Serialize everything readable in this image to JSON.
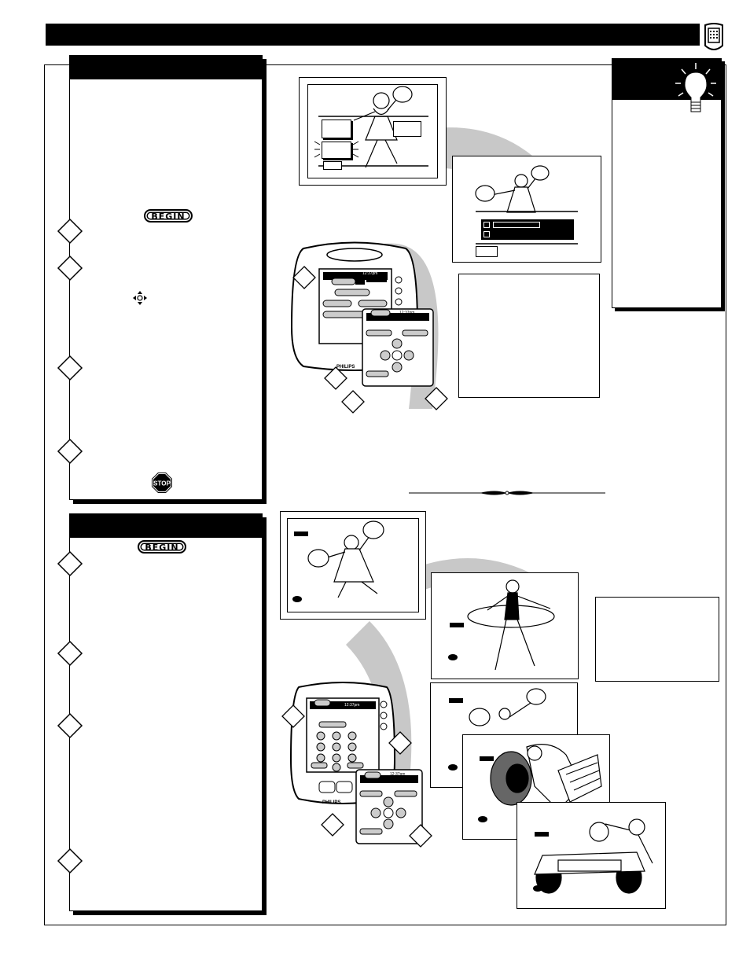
{
  "labels": {
    "begin": "BEGIN",
    "stop": "STOP",
    "remote_brand": "PHILIPS",
    "remote_clock": "12:37pm"
  },
  "icons": {
    "header_remote": "remote-control-icon",
    "tip": "light-bulb-icon",
    "navigate": "four-way-arrow-icon",
    "step": "step-diamond-icon"
  },
  "colors": {
    "ink": "#000000",
    "paper": "#ffffff",
    "swoosh": "#c8c8c8"
  }
}
